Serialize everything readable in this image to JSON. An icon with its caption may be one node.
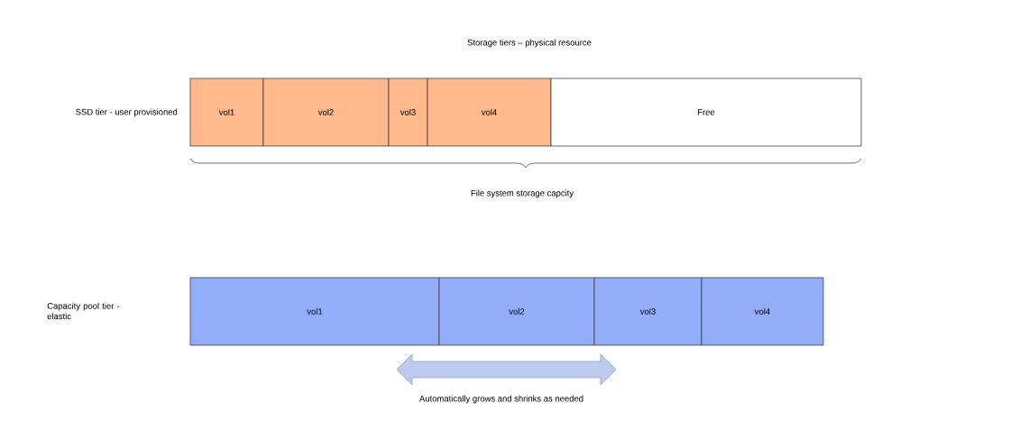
{
  "diagram": {
    "title": "Storage tiers – physical resource",
    "nodes": [
      {
        "text": [
          "vol1"
        ]
      },
      {
        "text": [
          "vol2"
        ]
      },
      {
        "text": [
          "vol3"
        ]
      },
      {
        "text": [
          "vol4"
        ]
      },
      {
        "text": [
          "Free"
        ]
      },
      {
        "text": [
          "vol1"
        ]
      },
      {
        "text": [
          "vol2"
        ]
      },
      {
        "text": [
          "vol3"
        ]
      },
      {
        "text": [
          "vol4"
        ]
      }
    ],
    "edges": [],
    "labels": [
      "SSD tier - user provisioned",
      "File system storage capcity",
      "Capacity pool tier - elastic",
      "Automatically grows and shrinks as needed"
    ]
  }
}
